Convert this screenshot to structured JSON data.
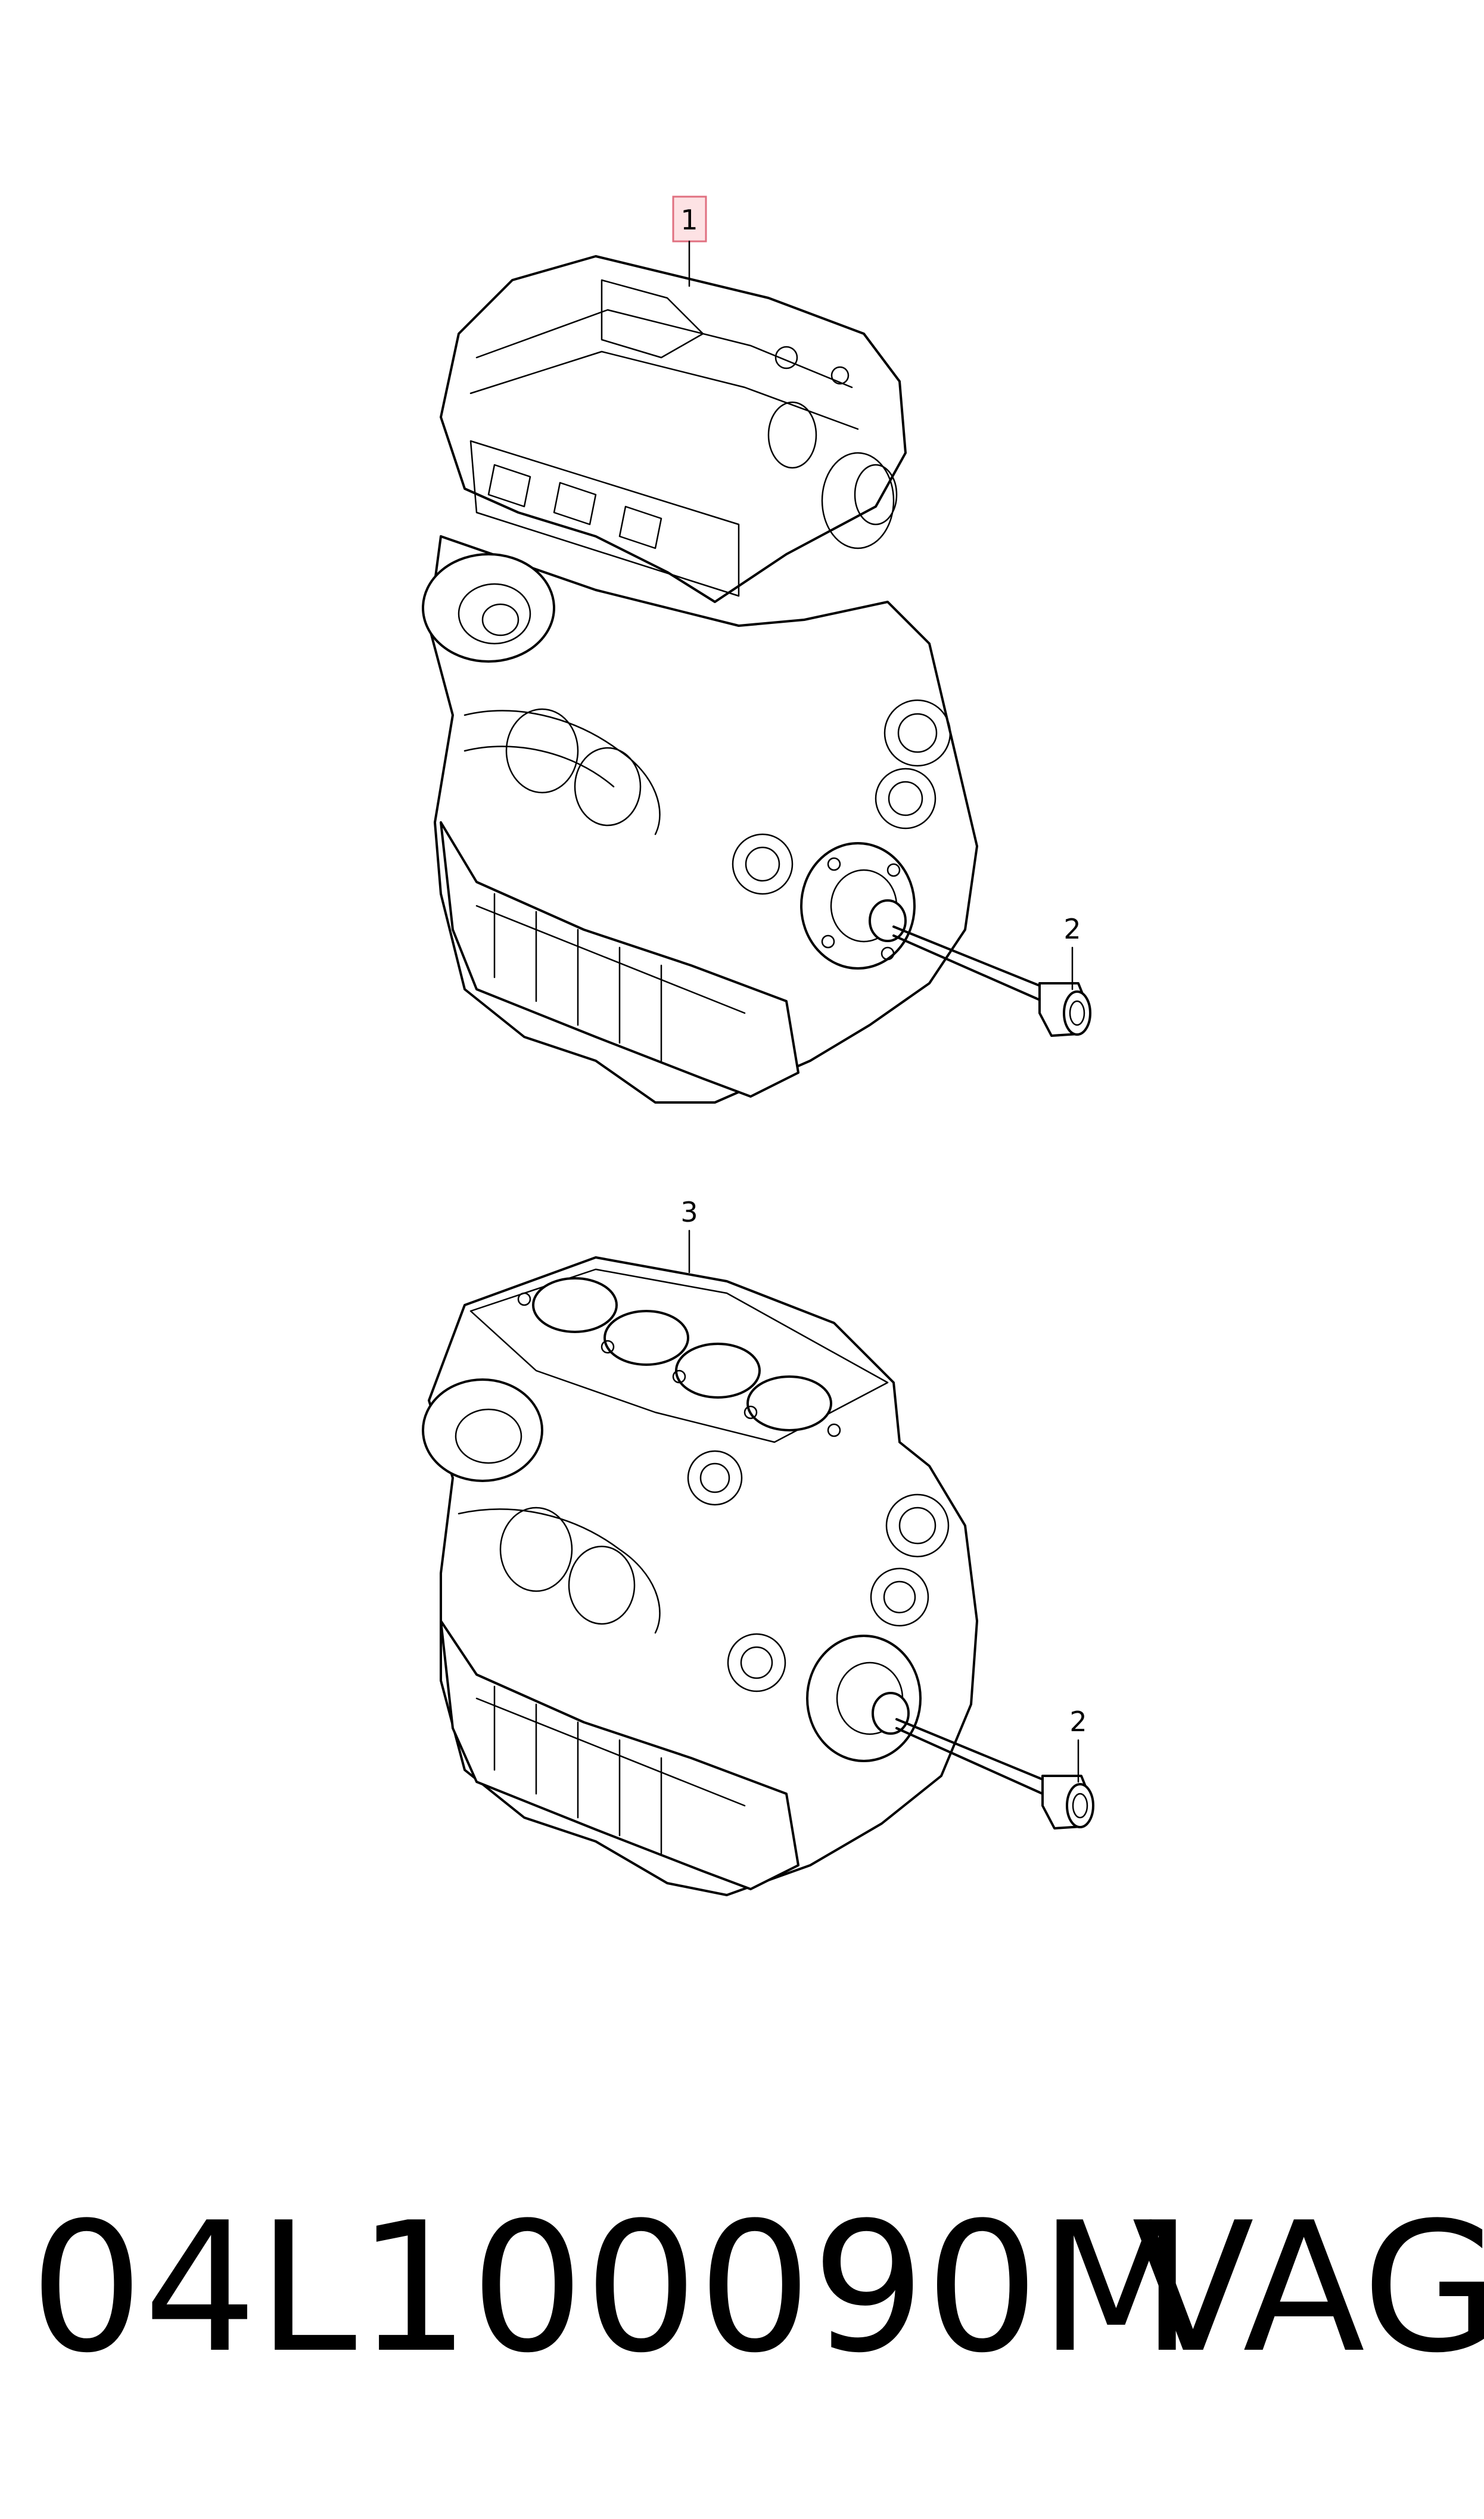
{
  "callouts": {
    "engine_assembly": "1",
    "plug_upper": "2",
    "short_block": "3",
    "plug_lower": "2"
  },
  "caption": {
    "part_number": "04L100090M",
    "brand": "VAG"
  },
  "colors": {
    "highlight_fill": "#fde2e4",
    "highlight_border": "#e07080",
    "line": "#000000"
  }
}
